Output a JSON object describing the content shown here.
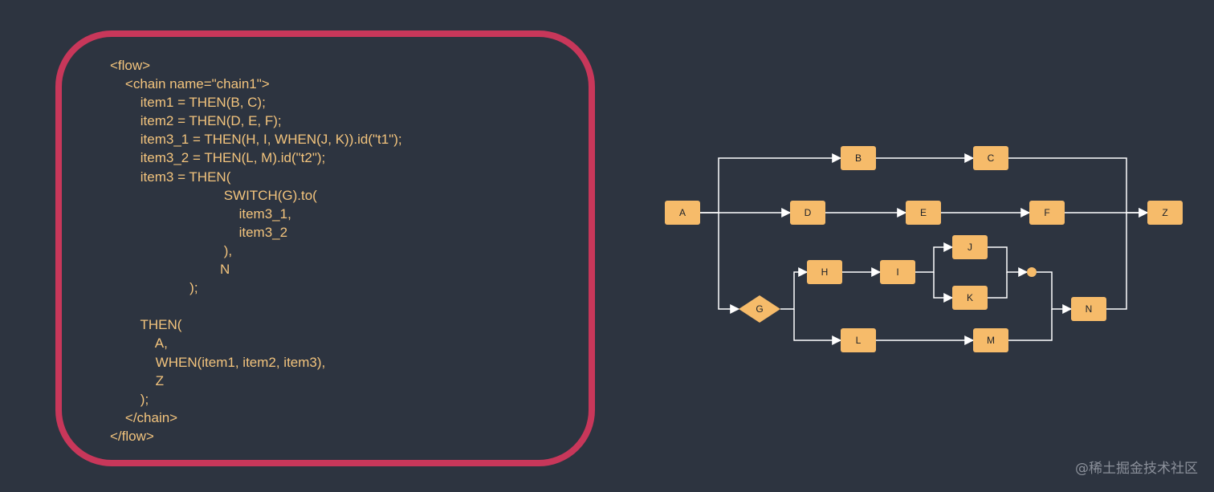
{
  "code": {
    "lines": [
      "<flow>",
      "    <chain name=\"chain1\">",
      "        item1 = THEN(B, C);",
      "        item2 = THEN(D, E, F);",
      "        item3_1 = THEN(H, I, WHEN(J, K)).id(\"t1\");",
      "        item3_2 = THEN(L, M).id(\"t2\");",
      "        item3 = THEN(",
      "                              SWITCH(G).to(",
      "                                  item3_1,",
      "                                  item3_2",
      "                              ),",
      "                             N",
      "                     );",
      "",
      "        THEN(",
      "            A,",
      "            WHEN(item1, item2, item3),",
      "            Z",
      "        );",
      "    </chain>",
      "</flow>"
    ]
  },
  "diagram": {
    "nodes": [
      {
        "id": "A",
        "label": "A",
        "shape": "rect"
      },
      {
        "id": "B",
        "label": "B",
        "shape": "rect"
      },
      {
        "id": "C",
        "label": "C",
        "shape": "rect"
      },
      {
        "id": "D",
        "label": "D",
        "shape": "rect"
      },
      {
        "id": "E",
        "label": "E",
        "shape": "rect"
      },
      {
        "id": "F",
        "label": "F",
        "shape": "rect"
      },
      {
        "id": "Z",
        "label": "Z",
        "shape": "rect"
      },
      {
        "id": "G",
        "label": "G",
        "shape": "diamond"
      },
      {
        "id": "H",
        "label": "H",
        "shape": "rect"
      },
      {
        "id": "I",
        "label": "I",
        "shape": "rect"
      },
      {
        "id": "J",
        "label": "J",
        "shape": "rect"
      },
      {
        "id": "K",
        "label": "K",
        "shape": "rect"
      },
      {
        "id": "L",
        "label": "L",
        "shape": "rect"
      },
      {
        "id": "M",
        "label": "M",
        "shape": "rect"
      },
      {
        "id": "N",
        "label": "N",
        "shape": "rect"
      },
      {
        "id": "join",
        "label": "",
        "shape": "dot"
      }
    ],
    "edges": [
      {
        "from": "A",
        "to": "B"
      },
      {
        "from": "B",
        "to": "C"
      },
      {
        "from": "C",
        "to": "Z"
      },
      {
        "from": "A",
        "to": "D"
      },
      {
        "from": "D",
        "to": "E"
      },
      {
        "from": "E",
        "to": "F"
      },
      {
        "from": "F",
        "to": "Z"
      },
      {
        "from": "A",
        "to": "G"
      },
      {
        "from": "G",
        "to": "H"
      },
      {
        "from": "H",
        "to": "I"
      },
      {
        "from": "I",
        "to": "J"
      },
      {
        "from": "I",
        "to": "K"
      },
      {
        "from": "J",
        "to": "join"
      },
      {
        "from": "K",
        "to": "join"
      },
      {
        "from": "join",
        "to": "N"
      },
      {
        "from": "G",
        "to": "L"
      },
      {
        "from": "L",
        "to": "M"
      },
      {
        "from": "M",
        "to": "N"
      },
      {
        "from": "N",
        "to": "Z"
      }
    ],
    "colors": {
      "node_fill": "#f6bb6a",
      "edge": "#ffffff",
      "border": "#c8375a",
      "code_text": "#f3c47d",
      "background": "#2d3440"
    }
  },
  "watermark": "@稀土掘金技术社区"
}
